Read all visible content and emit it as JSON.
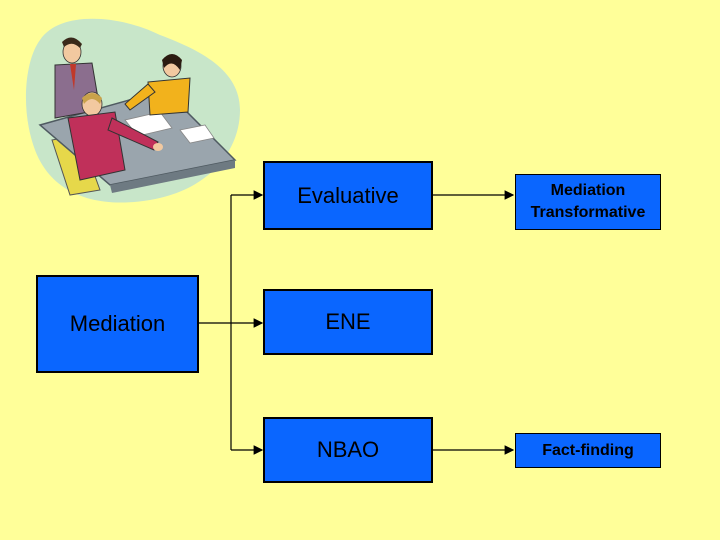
{
  "diagram": {
    "root": {
      "label": "Mediation"
    },
    "branches": [
      {
        "label": "Evaluative"
      },
      {
        "label": "ENE"
      },
      {
        "label": "NBAO"
      }
    ],
    "outcomes": [
      {
        "label": "Mediation Transformative"
      },
      {
        "label": "Fact-finding"
      }
    ]
  },
  "colors": {
    "background": "#FFFF99",
    "box_fill": "#0A66FF",
    "line": "#000000"
  },
  "icons": {
    "clipart": "business-meeting-clipart"
  }
}
